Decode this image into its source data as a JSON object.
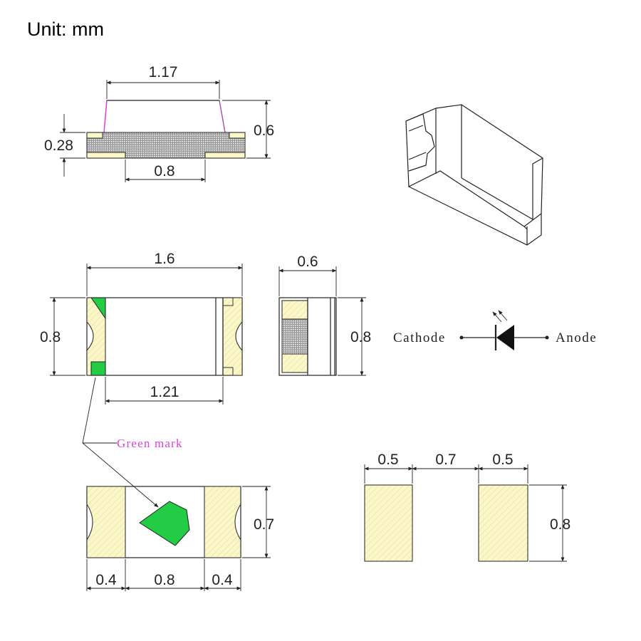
{
  "unit_label": "Unit: mm",
  "colors": {
    "pad_fill": "#fbf7c9",
    "green_mark": "#22cc44",
    "mark_label": "#e040e0",
    "line": "#222222"
  },
  "side_view": {
    "top_width": "1.17",
    "height_total": "0.6",
    "height_body": "0.28",
    "base_width": "0.8"
  },
  "top_view": {
    "length": "1.6",
    "width": "0.8",
    "inner_length": "1.21"
  },
  "end_view": {
    "width": "0.6",
    "height": "0.8"
  },
  "schematic": {
    "cathode": "Cathode",
    "anode": "Anode"
  },
  "bottom_view": {
    "mark_label": "Green mark",
    "pad_left": "0.4",
    "gap": "0.8",
    "pad_right": "0.4",
    "height": "0.7"
  },
  "footprint": {
    "pad_left": "0.5",
    "gap": "0.7",
    "pad_right": "0.5",
    "height": "0.8"
  }
}
